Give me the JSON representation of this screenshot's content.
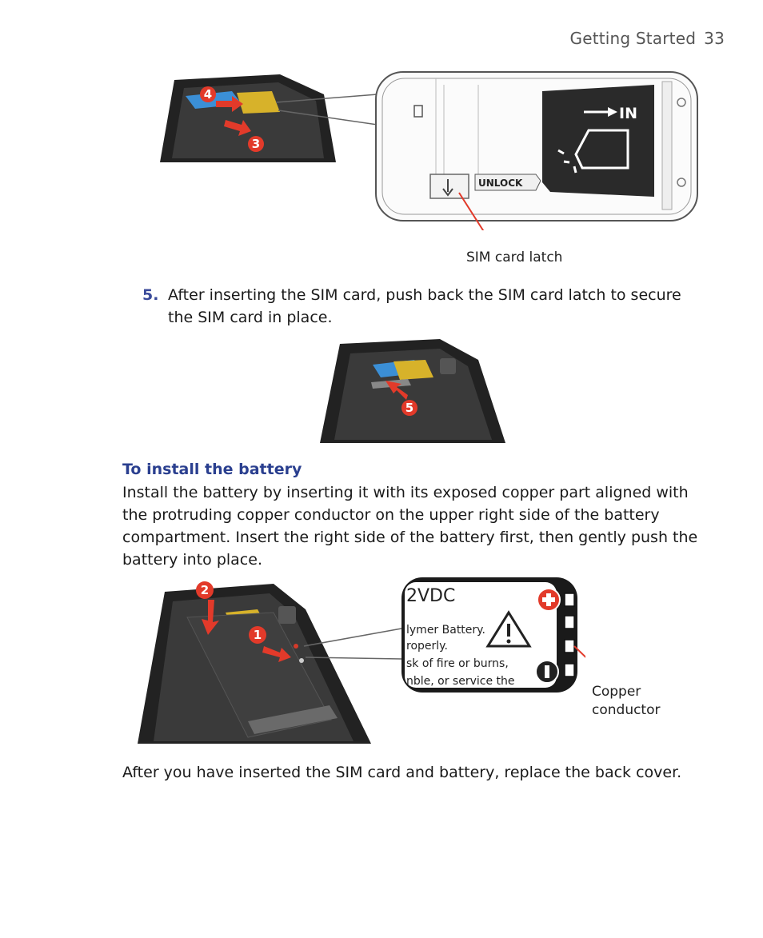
{
  "header": {
    "section": "Getting Started",
    "page_number": "33"
  },
  "figure1": {
    "badges": [
      "4",
      "3"
    ],
    "in_label": "IN",
    "unlock_label": "UNLOCK",
    "caption": "SIM card latch"
  },
  "step5": {
    "number": "5.",
    "text": "After inserting the SIM card, push back the SIM card latch to secure the SIM card in place."
  },
  "figure2": {
    "badges": [
      "5"
    ]
  },
  "battery_section": {
    "heading": "To install the battery",
    "body": "Install the battery by inserting it with its exposed copper part aligned with the protruding copper conductor on the upper right side of the battery compartment. Insert the right side of the battery first, then gently push the battery into place."
  },
  "figure3": {
    "badges": [
      "2",
      "1"
    ],
    "label_lines": [
      "2VDC",
      "lymer Battery.",
      "roperly.",
      "sk of fire or burns,",
      "nble, or service the"
    ],
    "caption_lines": [
      "Copper",
      "conductor"
    ]
  },
  "closing": {
    "text": "After you have inserted the SIM card and battery, replace the back cover."
  },
  "colors": {
    "heading": "#2a3f8f",
    "badge": "#e23a2a",
    "sim_blue": "#3b8fd6",
    "sim_gold": "#d7b22a"
  }
}
